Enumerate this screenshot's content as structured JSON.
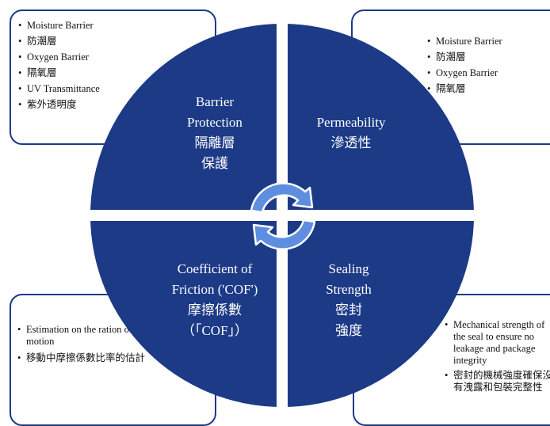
{
  "boxes": {
    "barrier_protection": [
      "Moisture Barrier",
      "防潮層",
      "Oxygen Barrier",
      "隔氧層",
      "UV Transmittance",
      "紫外透明度"
    ],
    "permeability": [
      "Moisture Barrier",
      "防潮層",
      "Oxygen Barrier",
      "隔氧層"
    ],
    "cof": [
      "Estimation on the ration of COF while in motion",
      "移動中摩擦係數比率的估計"
    ],
    "sealing_strength": [
      "Mechanical strength of the seal to ensure no leakage and package integrity",
      "密封的機械強度確保沒有洩露和包裝完整性"
    ]
  },
  "quadrants": {
    "barrier_protection": [
      "Barrier",
      "Protection",
      "隔離層",
      "保護"
    ],
    "permeability": [
      "Permeability",
      "滲透性"
    ],
    "cof": [
      "Coefficient of",
      "Friction ('COF')",
      "摩擦係數",
      "（「COF」）"
    ],
    "sealing_strength": [
      "Sealing",
      "Strength",
      "密封",
      "強度"
    ]
  },
  "colors": {
    "circle_fill": "#1c3a86",
    "box_border": "#1c3a86",
    "arrow_fill": "#5e8ee0",
    "divider": "#ffffff"
  },
  "icons": [
    "cycle-arrows-icon"
  ]
}
